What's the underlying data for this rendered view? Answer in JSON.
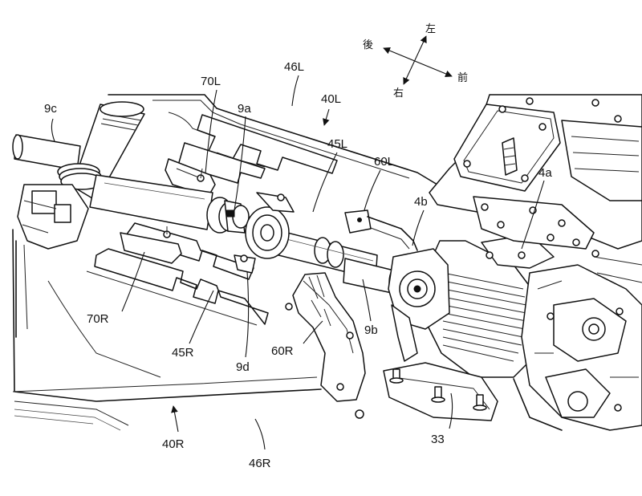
{
  "orientation": {
    "rear": "後",
    "left": "左",
    "right": "右",
    "front": "前"
  },
  "labels": {
    "l_9c": "9c",
    "l_70L": "70L",
    "l_9a": "9a",
    "l_46L": "46L",
    "l_40L": "40L",
    "l_45L": "45L",
    "l_60L": "60L",
    "l_4b": "4b",
    "l_4a": "4a",
    "l_70R": "70R",
    "l_45R": "45R",
    "l_9d": "9d",
    "l_60R": "60R",
    "l_9b": "9b",
    "l_40R": "40R",
    "l_46R": "46R",
    "l_33": "33"
  }
}
